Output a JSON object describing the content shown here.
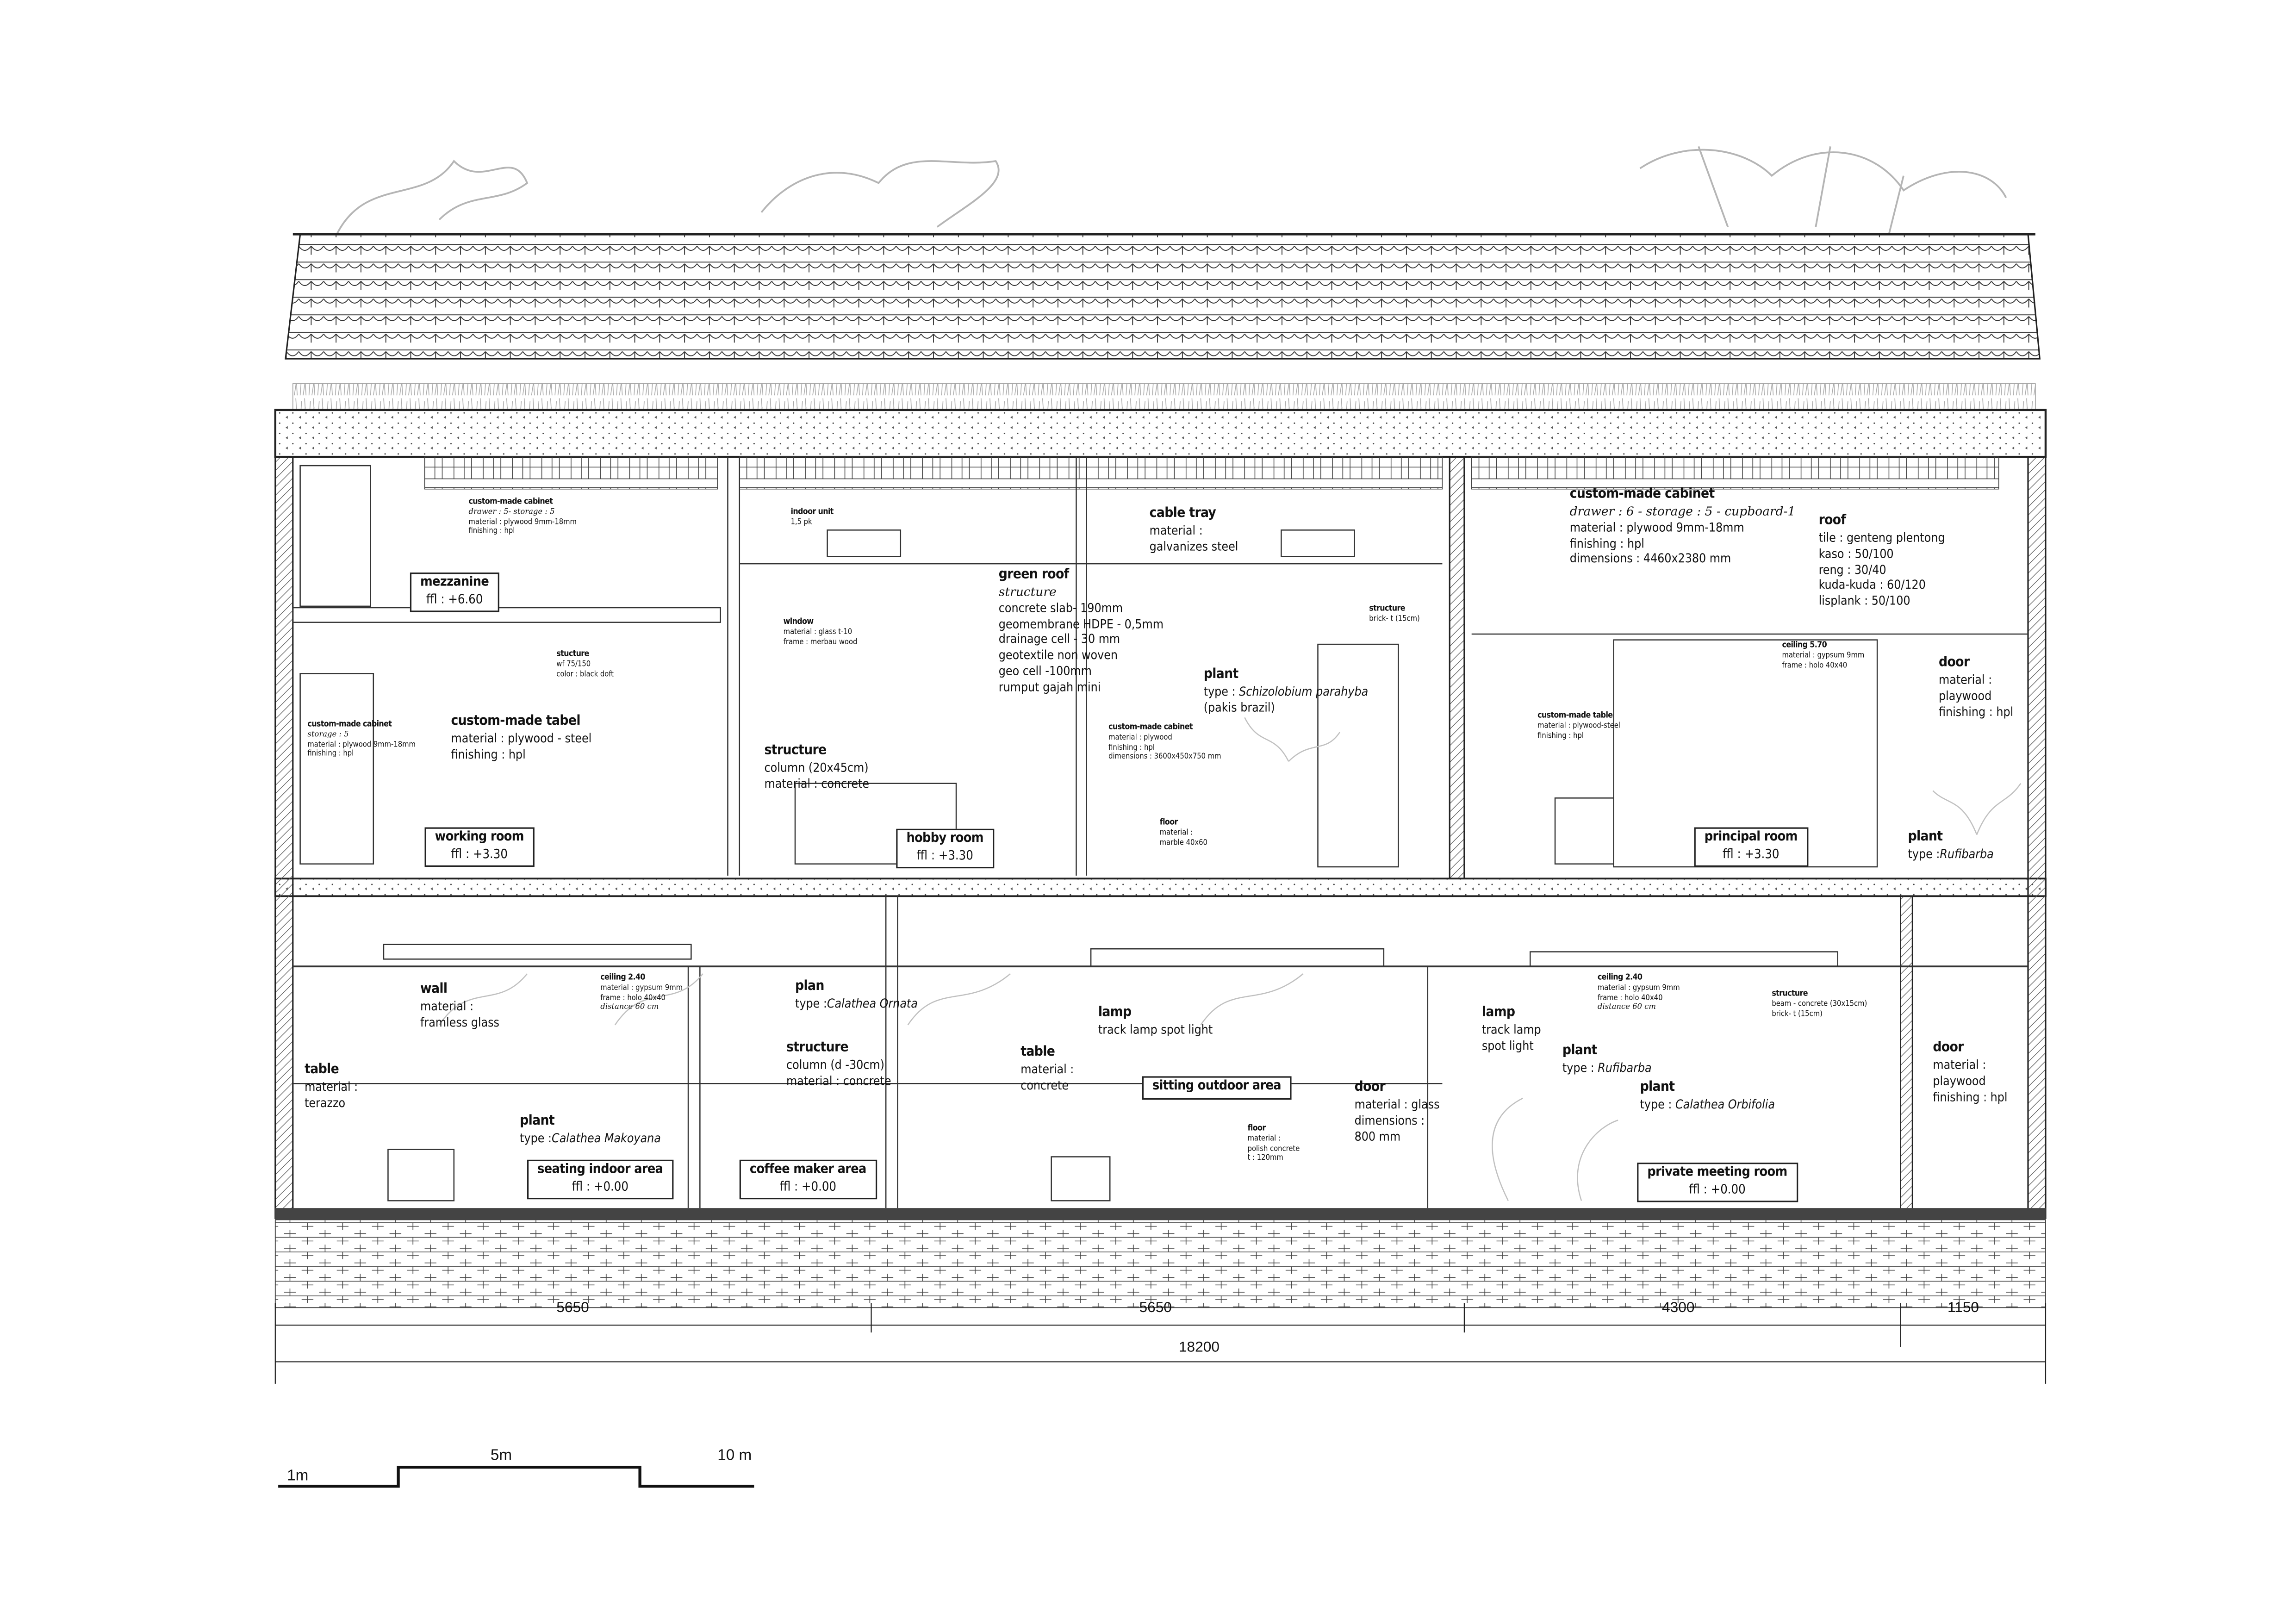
{
  "annotations": [
    {
      "title": "custom-made cabinet",
      "lines": [
        {
          "text": "drawer : 5- storage : 5",
          "italic": true
        },
        {
          "text": "material : plywood 9mm-18mm"
        },
        {
          "text": "finishing : hpl"
        }
      ]
    },
    {
      "title": "stucture",
      "lines": [
        {
          "text": "wf 75/150"
        },
        {
          "text": "color : black doft"
        }
      ]
    },
    {
      "title": "custom-made cabinet",
      "lines": [
        {
          "text": "storage : 5",
          "italic": true
        },
        {
          "text": "material : plywood 9mm-18mm"
        },
        {
          "text": "finishing : hpl"
        }
      ]
    },
    {
      "title": "custom-made tabel",
      "lines": [
        {
          "text": "material : plywood - steel"
        },
        {
          "text": "finishing : hpl"
        }
      ]
    },
    {
      "title": "indoor unit",
      "lines": [
        {
          "text": "1,5 pk"
        }
      ]
    },
    {
      "title": "cable tray",
      "lines": [
        {
          "text": "material :"
        },
        {
          "text": "galvanizes steel"
        }
      ]
    },
    {
      "title": "green roof",
      "lines": [
        {
          "text": "structure",
          "italic": true
        },
        {
          "text": "concrete slab- 190mm"
        },
        {
          "text": "geomembrane HDPE - 0,5mm"
        },
        {
          "text": "drainage cell - 30 mm"
        },
        {
          "text": "geotextile non woven"
        },
        {
          "text": "geo cell -100mm"
        },
        {
          "text": "rumput gajah mini"
        }
      ]
    },
    {
      "title": "window",
      "lines": [
        {
          "text": "material : glass t-10"
        },
        {
          "text": "frame : merbau wood"
        }
      ]
    },
    {
      "title": "structure",
      "lines": [
        {
          "text": "column (20x45cm)"
        },
        {
          "text": "material : concrete"
        }
      ]
    },
    {
      "title": "plant",
      "lines": [
        {
          "text": "type : ",
          "em": "Schizolobium parahyba"
        },
        {
          "text": "(pakis brazil)"
        }
      ]
    },
    {
      "title": "custom-made cabinet",
      "lines": [
        {
          "text": "material : plywood"
        },
        {
          "text": "finishing : hpl"
        },
        {
          "text": "dimensions : 3600x450x750 mm"
        }
      ]
    },
    {
      "title": "floor",
      "lines": [
        {
          "text": "material :"
        },
        {
          "text": "marble 40x60"
        }
      ]
    },
    {
      "title": "structure",
      "lines": [
        {
          "text": "brick- t (15cm)"
        }
      ]
    },
    {
      "title": "custom-made cabinet",
      "lines": [
        {
          "text": "drawer : 6 - storage : 5 - cupboard-1",
          "italic": true
        },
        {
          "text": "material : plywood 9mm-18mm"
        },
        {
          "text": "finishing : hpl"
        },
        {
          "text": "dimensions : 4460x2380 mm"
        }
      ]
    },
    {
      "title": "roof",
      "lines": [
        {
          "text": "tile : genteng plentong"
        },
        {
          "text": "kaso : 50/100"
        },
        {
          "text": "reng : 30/40"
        },
        {
          "text": "kuda-kuda : 60/120"
        },
        {
          "text": "lisplank : 50/100"
        }
      ]
    },
    {
      "title": "ceiling 5.70",
      "lines": [
        {
          "text": "material : gypsum 9mm"
        },
        {
          "text": "frame : holo 40x40"
        }
      ]
    },
    {
      "title": "door",
      "lines": [
        {
          "text": "material :"
        },
        {
          "text": "playwood"
        },
        {
          "text": "finishing : hpl"
        }
      ]
    },
    {
      "title": "custom-made table",
      "lines": [
        {
          "text": "material : plywood-steel"
        },
        {
          "text": "finishing : hpl"
        }
      ]
    },
    {
      "title": "plant",
      "lines": [
        {
          "text": "type :",
          "em": "Rufibarba"
        }
      ]
    },
    {
      "title": "wall",
      "lines": [
        {
          "text": "material :"
        },
        {
          "text": "framless glass"
        }
      ]
    },
    {
      "title": "ceiling  2.40",
      "lines": [
        {
          "text": "material : gypsum 9mm"
        },
        {
          "text": "frame : holo 40x40"
        },
        {
          "text": "distance 60 cm",
          "italic": true
        }
      ]
    },
    {
      "title": "plan",
      "lines": [
        {
          "text": "type :",
          "em": "Calathea Ornata"
        }
      ]
    },
    {
      "title": "table",
      "lines": [
        {
          "text": "material :"
        },
        {
          "text": "terazzo"
        }
      ]
    },
    {
      "title": "structure",
      "lines": [
        {
          "text": "column (d -30cm)"
        },
        {
          "text": "material : concrete"
        }
      ]
    },
    {
      "title": "plant",
      "lines": [
        {
          "text": "type :",
          "em": "Calathea Makoyana"
        }
      ]
    },
    {
      "title": "lamp",
      "lines": [
        {
          "text": "track lamp spot light"
        }
      ]
    },
    {
      "title": "table",
      "lines": [
        {
          "text": "material :"
        },
        {
          "text": "concrete"
        }
      ]
    },
    {
      "title": "floor",
      "lines": [
        {
          "text": "material :"
        },
        {
          "text": "polish concrete"
        },
        {
          "text": "t : 120mm"
        }
      ]
    },
    {
      "title": "door",
      "lines": [
        {
          "text": "material : glass"
        },
        {
          "text": "dimensions :"
        },
        {
          "text": "800 mm"
        }
      ]
    },
    {
      "title": "lamp",
      "lines": [
        {
          "text": "track lamp"
        },
        {
          "text": "spot light"
        }
      ]
    },
    {
      "title": "ceiling  2.40",
      "lines": [
        {
          "text": "material : gypsum 9mm"
        },
        {
          "text": "frame : holo 40x40"
        },
        {
          "text": "distance 60 cm",
          "italic": true
        }
      ]
    },
    {
      "title": "structure",
      "lines": [
        {
          "text": "beam - concrete (30x15cm)"
        },
        {
          "text": "brick- t (15cm)"
        }
      ]
    },
    {
      "title": "plant",
      "lines": [
        {
          "text": "type : ",
          "em": "Rufibarba"
        }
      ]
    },
    {
      "title": "plant",
      "lines": [
        {
          "text": "type : ",
          "em": "Calathea Orbifolia"
        }
      ]
    },
    {
      "title": "door",
      "lines": [
        {
          "text": "material :"
        },
        {
          "text": "playwood"
        },
        {
          "text": "finishing : hpl"
        }
      ]
    }
  ],
  "rooms": [
    {
      "name": "mezzanine",
      "ffl": "ffl : +6.60"
    },
    {
      "name": "working room",
      "ffl": "ffl : +3.30"
    },
    {
      "name": "hobby room",
      "ffl": "ffl : +3.30"
    },
    {
      "name": "principal room",
      "ffl": "ffl : +3.30"
    },
    {
      "name": "seating indoor area",
      "ffl": "ffl : +0.00"
    },
    {
      "name": "coffee maker area",
      "ffl": "ffl : +0.00"
    },
    {
      "name": "sitting outdoor area",
      "ffl": ""
    },
    {
      "name": "private meeting room",
      "ffl": "ffl : +0.00"
    }
  ],
  "dimensions": {
    "segments": [
      "5650",
      "5650",
      "4300",
      "1150"
    ],
    "total": "18200"
  },
  "scale_bar": {
    "labels": [
      "1m",
      "5m",
      "10 m"
    ]
  },
  "colors": {
    "line": "#222222",
    "hatch": "#555555",
    "vegetation": "#b5b5b5",
    "ground": "#444444"
  }
}
